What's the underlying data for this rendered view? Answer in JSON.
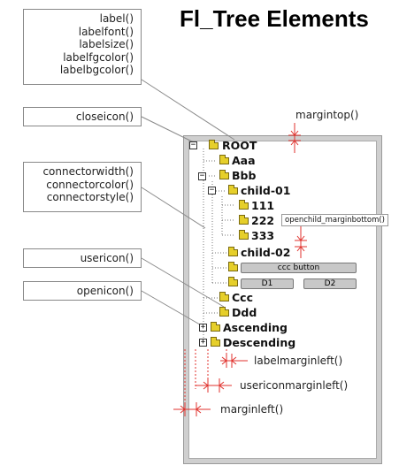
{
  "title": "Fl_Tree Elements",
  "callouts": {
    "label_group": [
      "label()",
      "labelfont()",
      "labelsize()",
      "labelfgcolor()",
      "labelbgcolor()"
    ],
    "closeicon": "closeicon()",
    "connector_group": [
      "connectorwidth()",
      "connectorcolor()",
      "connectorstyle()"
    ],
    "usericon": "usericon()",
    "openicon": "openicon()"
  },
  "annotations": {
    "margintop": "margintop()",
    "openchild_marginbottom": "openchild_marginbottom()",
    "labelmarginleft": "labelmarginleft()",
    "usericonmarginleft": "usericonmarginleft()",
    "marginleft": "marginleft()"
  },
  "tree": {
    "root": "ROOT",
    "aaa": "Aaa",
    "bbb": "Bbb",
    "child01": "child-01",
    "n111": "111",
    "n222": "222",
    "n333": "333",
    "child02": "child-02",
    "ccc_button": "ccc button",
    "d1": "D1",
    "d2": "D2",
    "ccc": "Ccc",
    "ddd": "Ddd",
    "ascending": "Ascending",
    "descending": "Descending"
  },
  "icons": {
    "open_toggle": "minus-box-icon",
    "closed_toggle": "plus-box-icon",
    "user_icon": "folder-icon"
  },
  "colors": {
    "annotation_marker": "#e0322d",
    "folder_fill": "#e6cf2a",
    "leader_line": "#8a8a8a"
  }
}
